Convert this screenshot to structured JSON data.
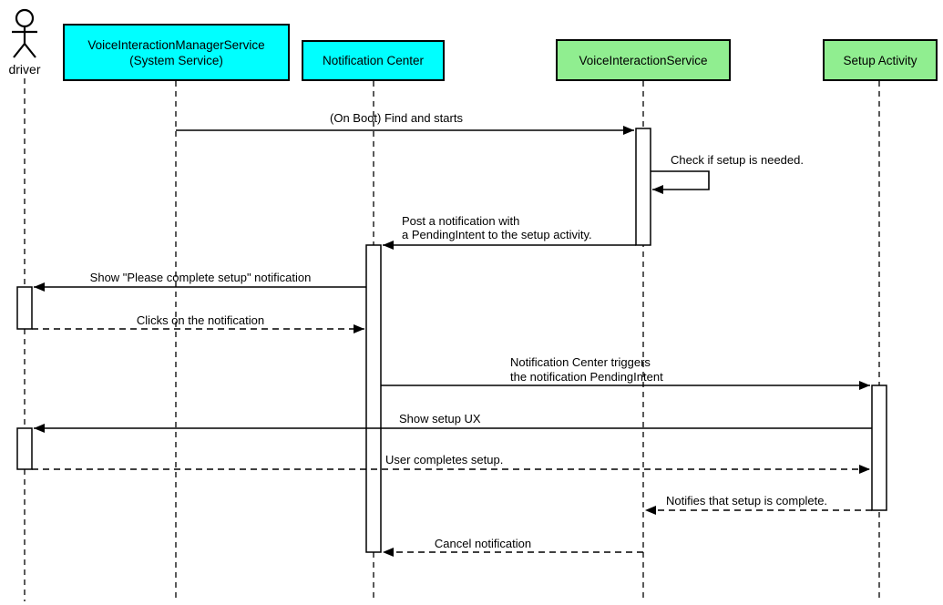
{
  "participants": [
    {
      "id": "driver",
      "label": "driver",
      "kind": "actor"
    },
    {
      "id": "voice-interaction-manager-service",
      "label": "VoiceInteractionManagerService\n(System Service)",
      "kind": "box",
      "fill": "#00ffff"
    },
    {
      "id": "notification-center",
      "label": "Notification Center",
      "kind": "box",
      "fill": "#00ffff"
    },
    {
      "id": "voice-interaction-service",
      "label": "VoiceInteractionService",
      "kind": "box",
      "fill": "#90ee90"
    },
    {
      "id": "setup-activity",
      "label": "Setup Activity",
      "kind": "box",
      "fill": "#90ee90"
    }
  ],
  "messages": [
    {
      "label": "(On Boot) Find and starts",
      "from": "voice-interaction-manager-service",
      "to": "voice-interaction-service",
      "line": "solid"
    },
    {
      "label": "Check if setup is needed.",
      "from": "voice-interaction-service",
      "to": "voice-interaction-service",
      "line": "solid",
      "self_message": true
    },
    {
      "label": "Post a notification with\na PendingIntent to the setup activity.",
      "from": "voice-interaction-service",
      "to": "notification-center",
      "line": "solid"
    },
    {
      "label": "Show \"Please complete setup\" notification",
      "from": "notification-center",
      "to": "driver",
      "line": "solid"
    },
    {
      "label": "Clicks on the notification",
      "from": "driver",
      "to": "notification-center",
      "line": "dashed"
    },
    {
      "label": "Notification Center triggers\nthe notification PendingIntent",
      "from": "notification-center",
      "to": "setup-activity",
      "line": "solid"
    },
    {
      "label": "Show setup UX",
      "from": "setup-activity",
      "to": "driver",
      "line": "solid"
    },
    {
      "label": "User completes setup.",
      "from": "driver",
      "to": "setup-activity",
      "line": "dashed"
    },
    {
      "label": "Notifies that setup is complete.",
      "from": "setup-activity",
      "to": "voice-interaction-service",
      "line": "dashed"
    },
    {
      "label": "Cancel notification",
      "from": "voice-interaction-service",
      "to": "notification-center",
      "line": "dashed"
    }
  ],
  "colors": {
    "system_participant": "#00ffff",
    "app_participant": "#90ee90",
    "line": "#000000",
    "background": "#ffffff"
  }
}
